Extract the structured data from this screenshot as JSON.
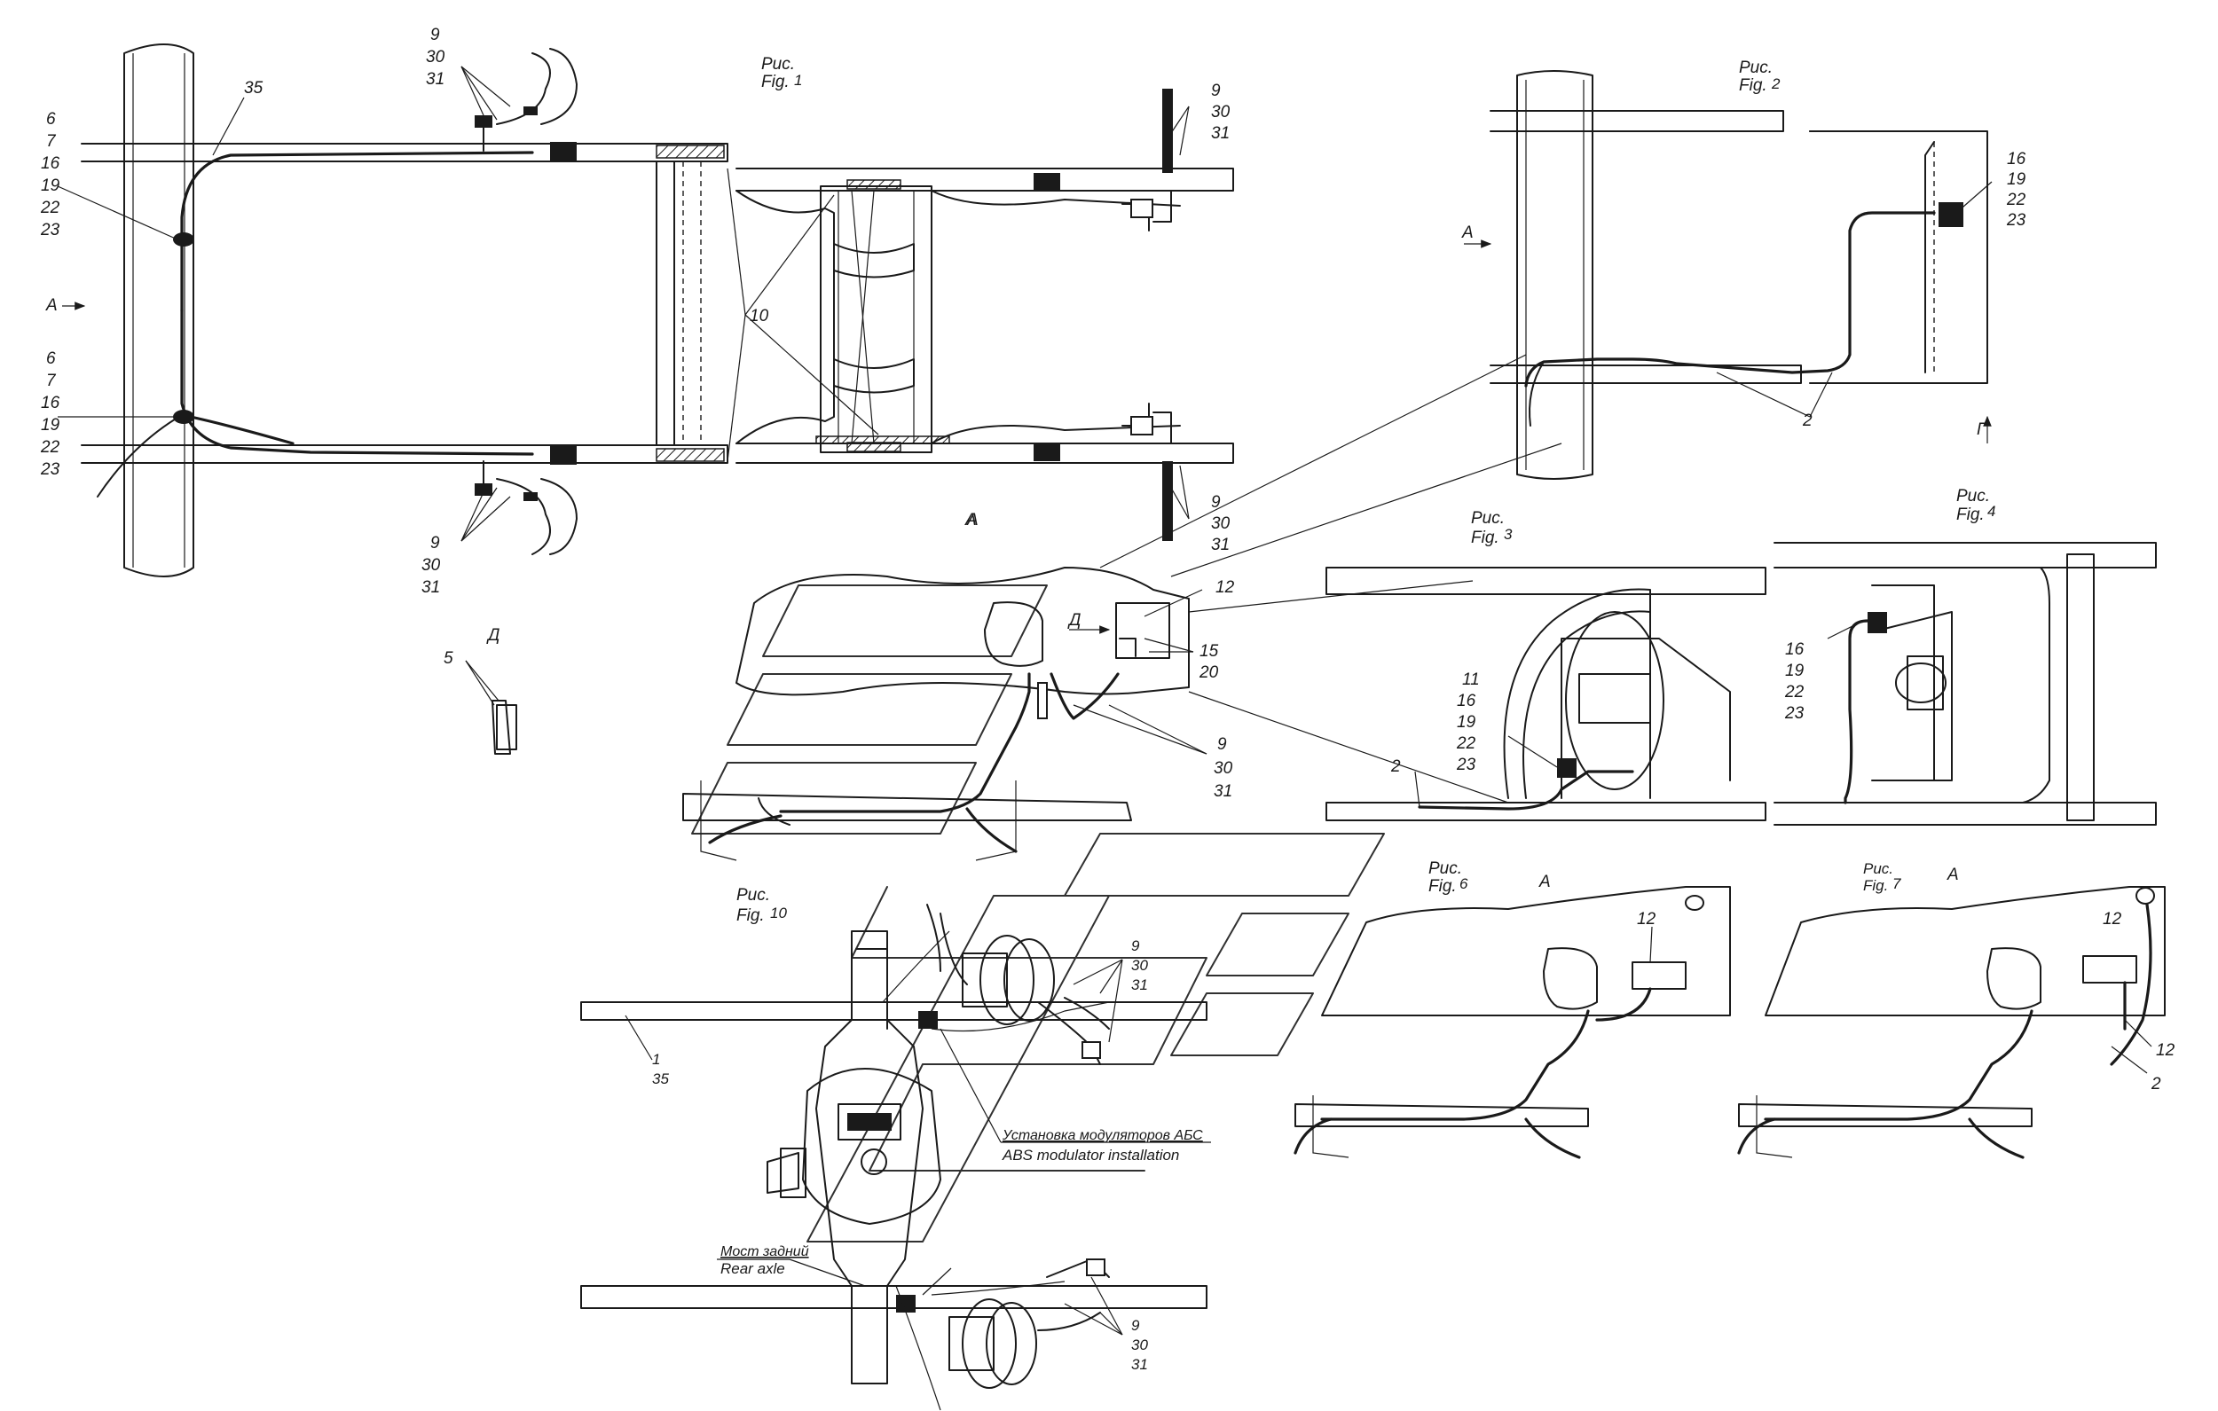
{
  "fig1": {
    "title_ru": "Рис.",
    "title_en": "Fig.",
    "num": "1",
    "view_label": "А",
    "callout_35": "35",
    "callout_10": "10",
    "group_left_top": [
      "6",
      "7",
      "16",
      "19",
      "22",
      "23"
    ],
    "group_left_bottom": [
      "6",
      "7",
      "16",
      "19",
      "22",
      "23"
    ],
    "group_9_30_31": [
      "9",
      "30",
      "31"
    ]
  },
  "fig2": {
    "title_ru": "Рис.",
    "title_en": "Fig.",
    "num": "2",
    "view_label": "А",
    "arrow_label": "Г",
    "callout_2": "2",
    "group": [
      "16",
      "19",
      "22",
      "23"
    ]
  },
  "fig3": {
    "title_ru": "Рис.",
    "title_en": "Fig.",
    "num": "3",
    "callout_2": "2",
    "group": [
      "11",
      "16",
      "19",
      "22",
      "23"
    ]
  },
  "fig4": {
    "title_ru": "Рис.",
    "title_en": "Fig.",
    "num": "4",
    "group": [
      "16",
      "19",
      "22",
      "23"
    ]
  },
  "fig6": {
    "title_ru": "Рис.",
    "title_en": "Fig.",
    "num": "6",
    "view_label": "А",
    "callout_12": "12"
  },
  "fig7": {
    "title_ru": "Рис.",
    "title_en": "Fig.",
    "num": "7",
    "view_label": "А",
    "callout_12a": "12",
    "callout_12b": "12",
    "callout_2": "2"
  },
  "fig10": {
    "title_ru": "Рис.",
    "title_en": "Fig.",
    "num": "10",
    "callout_1_35": [
      "1",
      "35"
    ],
    "group_top": [
      "9",
      "30",
      "31"
    ],
    "group_bottom": [
      "9",
      "30",
      "31"
    ],
    "abs_ru": "Установка модуляторов АБС",
    "abs_en": "ABS modulator installation",
    "axle_ru": "Мост задний",
    "axle_en": "Rear axle"
  },
  "viewA": {
    "label": "А",
    "arrow_label": "Д",
    "callout_12": "12",
    "group_15_20": [
      "15",
      "20"
    ],
    "group_9_30_31": [
      "9",
      "30",
      "31"
    ]
  },
  "viewD": {
    "label": "Д",
    "callout_5": "5"
  }
}
